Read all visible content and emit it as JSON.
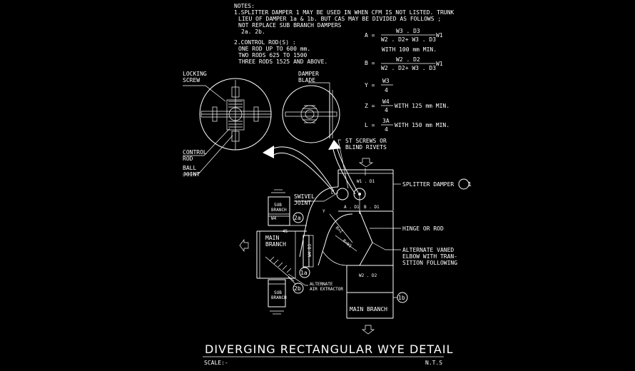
{
  "notes": {
    "heading": "NOTES:",
    "line1": "1.SPLITTER DAMPER 1 MAY BE USED IN WHEN CFM IS NOT LISTED. TRUNK",
    "line2": "LIEU OF DAMPER 1a & 1b.  BUT CAS MAY BE DIVIDED AS FOLLOWS ;",
    "line3": "NOT REPLACE SUB BRANCH DAMPERS",
    "line4": "2a.    2b.",
    "line5": "2.CONTROL ROD(S) :",
    "line6": "ONE ROD UP TO 600 mm.",
    "line7": "TWO RODS 625 TO 1500",
    "line8": "THREE RODS 1525 AND ABOVE."
  },
  "formulas": {
    "a_label": "A =",
    "a_num": "W3 . D3",
    "a_den": "W2 . D2+ W3 . D3",
    "a_factor": "W1",
    "a_note": "WITH 100 mm MIN.",
    "b_label": "B =",
    "b_num": "W2 . D2",
    "b_den": "W2 . D2+ W3 . D3",
    "b_factor": "W1",
    "y_label": "Y =",
    "y_num": "W3",
    "y_den": "4",
    "z_label": "Z =",
    "z_num": "W4",
    "z_den": "4",
    "z_note": "WITH 125 mm MIN.",
    "l_label": "L =",
    "l_num": "3A",
    "l_den": "4",
    "l_note": "WITH 150 mm MIN."
  },
  "labels": {
    "locking_screw_1": "LOCKING",
    "locking_screw_2": "SCREW",
    "damper_blade_1": "DAMPER",
    "damper_blade_2": "BLADE",
    "control_rod_1": "CONTROL",
    "control_rod_2": "ROD",
    "ball_joint_1": "BALL",
    "ball_joint_2": "JOINT",
    "screws_1": "ST SCREWS OR",
    "screws_2": "BLIND RIVETS",
    "swivel_1": "SWIVEL",
    "swivel_2": "JOINT",
    "splitter_damper": "SPLITTER DAMPER",
    "splitter_num": "1",
    "hinge": "HINGE OR ROD",
    "alt_vaned_1": "ALTERNATE VANED",
    "alt_vaned_2": "ELBOW WITH TRAN-",
    "alt_vaned_3": "SITION FOLLOWING",
    "main_branch_left_1": "MAIN",
    "main_branch_left_2": "BRANCH",
    "main_branch_bottom": "MAIN BRANCH",
    "sub_branch_top_1": "SUB",
    "sub_branch_top_2": "BRANCH",
    "sub_branch_bottom_1": "SUB",
    "sub_branch_bottom_2": "BRANCH",
    "alt_air_1": "ALTERNATE",
    "alt_air_2": "AIR EXTRACTOR",
    "w1d1": "W1 . D1",
    "ad1": "A . D1",
    "bd1": "B . D1",
    "w2d2": "W2 . D2",
    "w4d3": "W4.D3",
    "dim_45": "45",
    "dim_y": "Y",
    "r_z": "R=Z",
    "r_w1": "R=W1",
    "dim_l": "L",
    "tag_2a": "2a",
    "tag_2b": "2b",
    "tag_1a": "1a",
    "tag_1b": "1b"
  },
  "title": {
    "main": "DIVERGING RECTANGULAR WYE DETAIL",
    "scale_label": "SCALE:-",
    "scale_value": "N.T.S"
  }
}
